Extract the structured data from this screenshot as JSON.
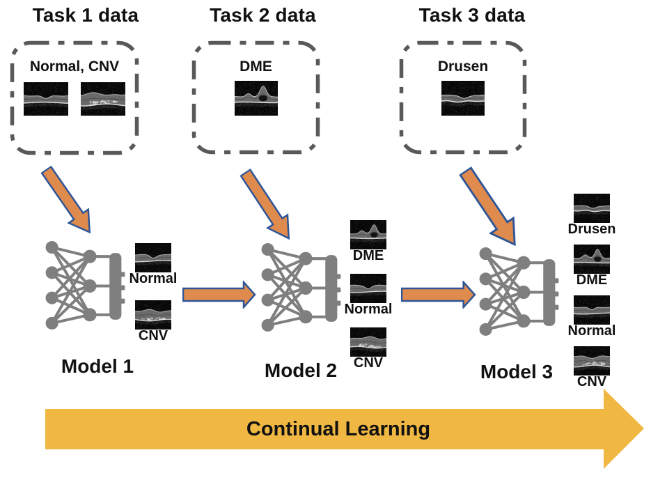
{
  "tasks": [
    {
      "title": "Task 1 data",
      "label": "Normal, CNV",
      "images": [
        {
          "variant": "normal",
          "name": "oct-normal"
        },
        {
          "variant": "cnv",
          "name": "oct-cnv"
        }
      ]
    },
    {
      "title": "Task 2 data",
      "label": "DME",
      "images": [
        {
          "variant": "dme",
          "name": "oct-dme"
        }
      ]
    },
    {
      "title": "Task 3 data",
      "label": "Drusen",
      "images": [
        {
          "variant": "drusen",
          "name": "oct-drusen"
        }
      ]
    }
  ],
  "models": [
    {
      "title": "Model 1",
      "outputs": [
        {
          "label": "Normal",
          "variant": "normal"
        },
        {
          "label": "CNV",
          "variant": "cnv"
        }
      ]
    },
    {
      "title": "Model 2",
      "outputs": [
        {
          "label": "DME",
          "variant": "dme"
        },
        {
          "label": "Normal",
          "variant": "normal"
        },
        {
          "label": "CNV",
          "variant": "cnv"
        }
      ]
    },
    {
      "title": "Model 3",
      "outputs": [
        {
          "label": "Drusen",
          "variant": "drusen"
        },
        {
          "label": "DME",
          "variant": "dme"
        },
        {
          "label": "Normal",
          "variant": "normal"
        },
        {
          "label": "CNV",
          "variant": "cnv"
        }
      ]
    }
  ],
  "banner": {
    "label": "Continual Learning"
  },
  "colors": {
    "background": "#FFFFFF",
    "flow_arrow_fill": "#DE8B4D",
    "flow_arrow_stroke": "#2F5597",
    "network_gray": "#7F7F7F",
    "dashed_box_gray": "#595959",
    "banner_fill": "#F0B843",
    "text": "#111111"
  }
}
